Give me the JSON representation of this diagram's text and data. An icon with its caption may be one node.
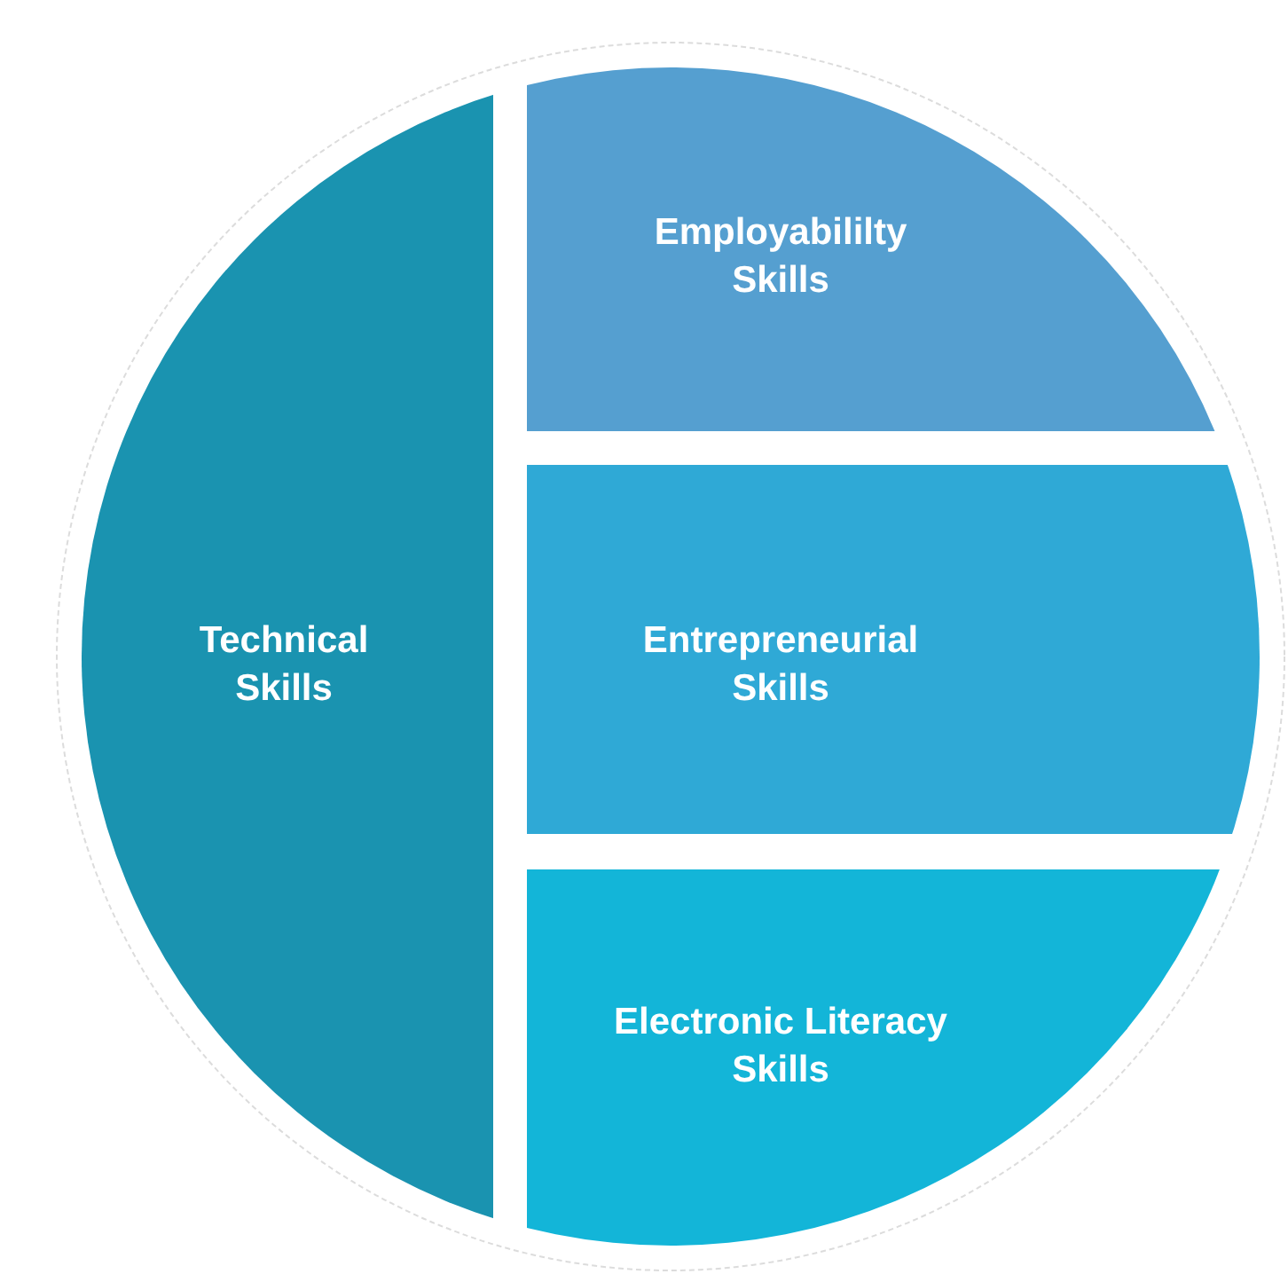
{
  "diagram": {
    "nodes": [
      {
        "text": [
          "Technical Skills"
        ]
      },
      {
        "text": [
          "Employabililty Skills"
        ]
      },
      {
        "text": [
          "Entrepreneurial Skills"
        ]
      },
      {
        "text": [
          "Electronic Literacy Skills"
        ]
      }
    ]
  }
}
